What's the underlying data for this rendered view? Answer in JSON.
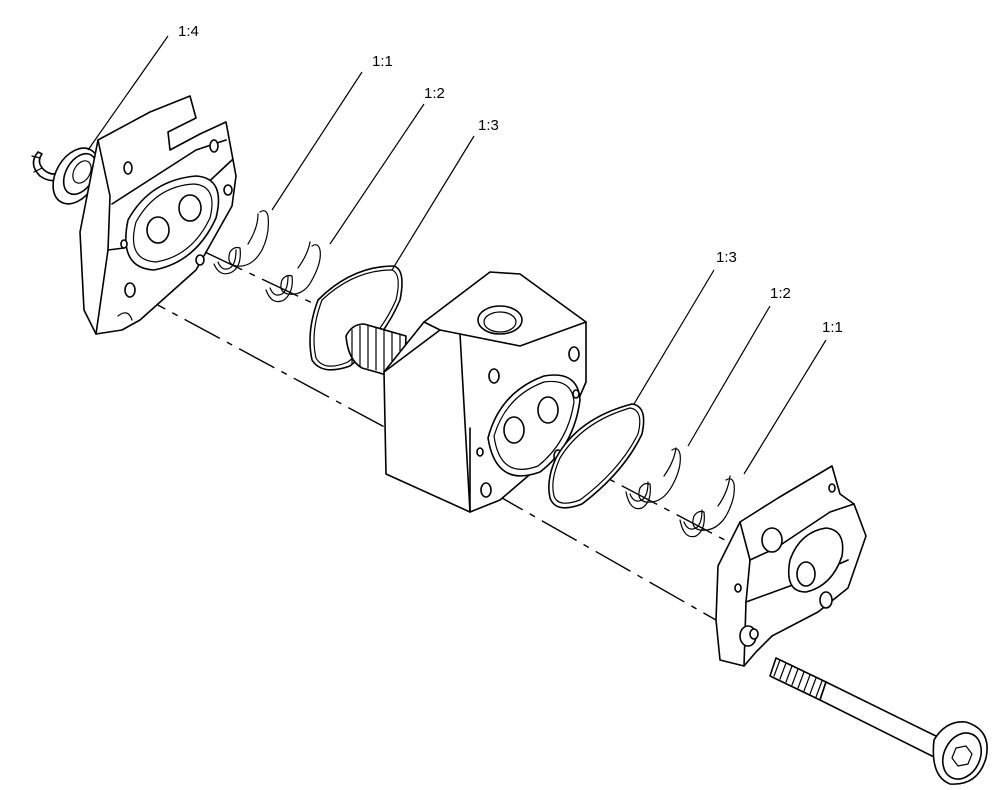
{
  "callouts": {
    "c_left_1_4": "1:4",
    "c_left_1_1": "1:1",
    "c_left_1_2": "1:2",
    "c_left_1_3": "1:3",
    "c_right_1_3": "1:3",
    "c_right_1_2": "1:2",
    "c_right_1_1": "1:1"
  },
  "colors": {
    "line": "#000000",
    "background": "#ffffff"
  }
}
